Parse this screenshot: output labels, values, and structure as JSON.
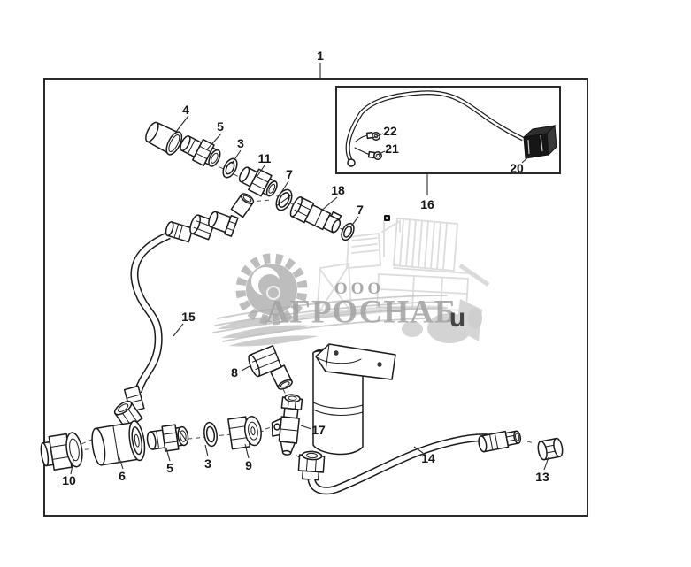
{
  "figure_callouts": {
    "c1": "1",
    "c4": "4",
    "c5_top": "5",
    "c3_top": "3",
    "c11": "11",
    "c7_top": "7",
    "c18": "18",
    "c7_mid": "7",
    "c16": "16",
    "c22": "22",
    "c21": "21",
    "c20": "20",
    "c15": "15",
    "c8": "8",
    "c17": "17",
    "c9": "9",
    "c10": "10",
    "c6": "6",
    "c5_bottom": "5",
    "c3_bottom": "3",
    "c14": "14",
    "c13": "13"
  },
  "watermark": {
    "prefix": "ООО",
    "brand": "АГРОСНАБ",
    "stray_char": "u"
  },
  "colors": {
    "line": "#1a1a1a",
    "frame": "#2a2a2a",
    "watermark_gray": "#ababab",
    "watermark_light": "#c0c0c0",
    "stray_char_color": "#3d3d3d"
  }
}
